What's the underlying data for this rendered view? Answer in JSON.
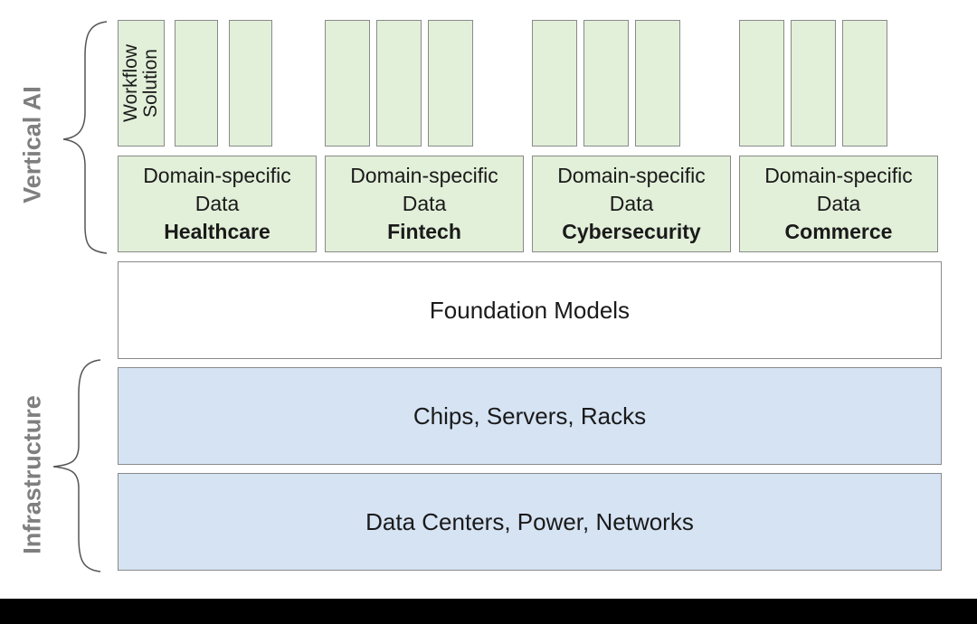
{
  "diagram": {
    "side_labels": {
      "top": "Vertical AI",
      "bottom": "Infrastructure"
    },
    "workflow_label": "Workflow Solution",
    "workflow_label_lines": [
      "Workflow",
      "Solution"
    ],
    "domain_boxes": [
      {
        "line1": "Domain-specific",
        "line2": "Data",
        "domain": "Healthcare"
      },
      {
        "line1": "Domain-specific",
        "line2": "Data",
        "domain": "Fintech"
      },
      {
        "line1": "Domain-specific",
        "line2": "Data",
        "domain": "Cybersecurity"
      },
      {
        "line1": "Domain-specific",
        "line2": "Data",
        "domain": "Commerce"
      }
    ],
    "layers": [
      {
        "label": "Foundation Models",
        "color": "#ffffff"
      },
      {
        "label": "Chips, Servers, Racks",
        "color": "#d5e3f3"
      },
      {
        "label": "Data Centers, Power, Networks",
        "color": "#d5e3f3"
      }
    ],
    "colors": {
      "green_fill": "#e2efd9",
      "blue_fill": "#d5e3f3",
      "border": "#8a8a8a",
      "side_label": "#7f7f7f"
    }
  }
}
